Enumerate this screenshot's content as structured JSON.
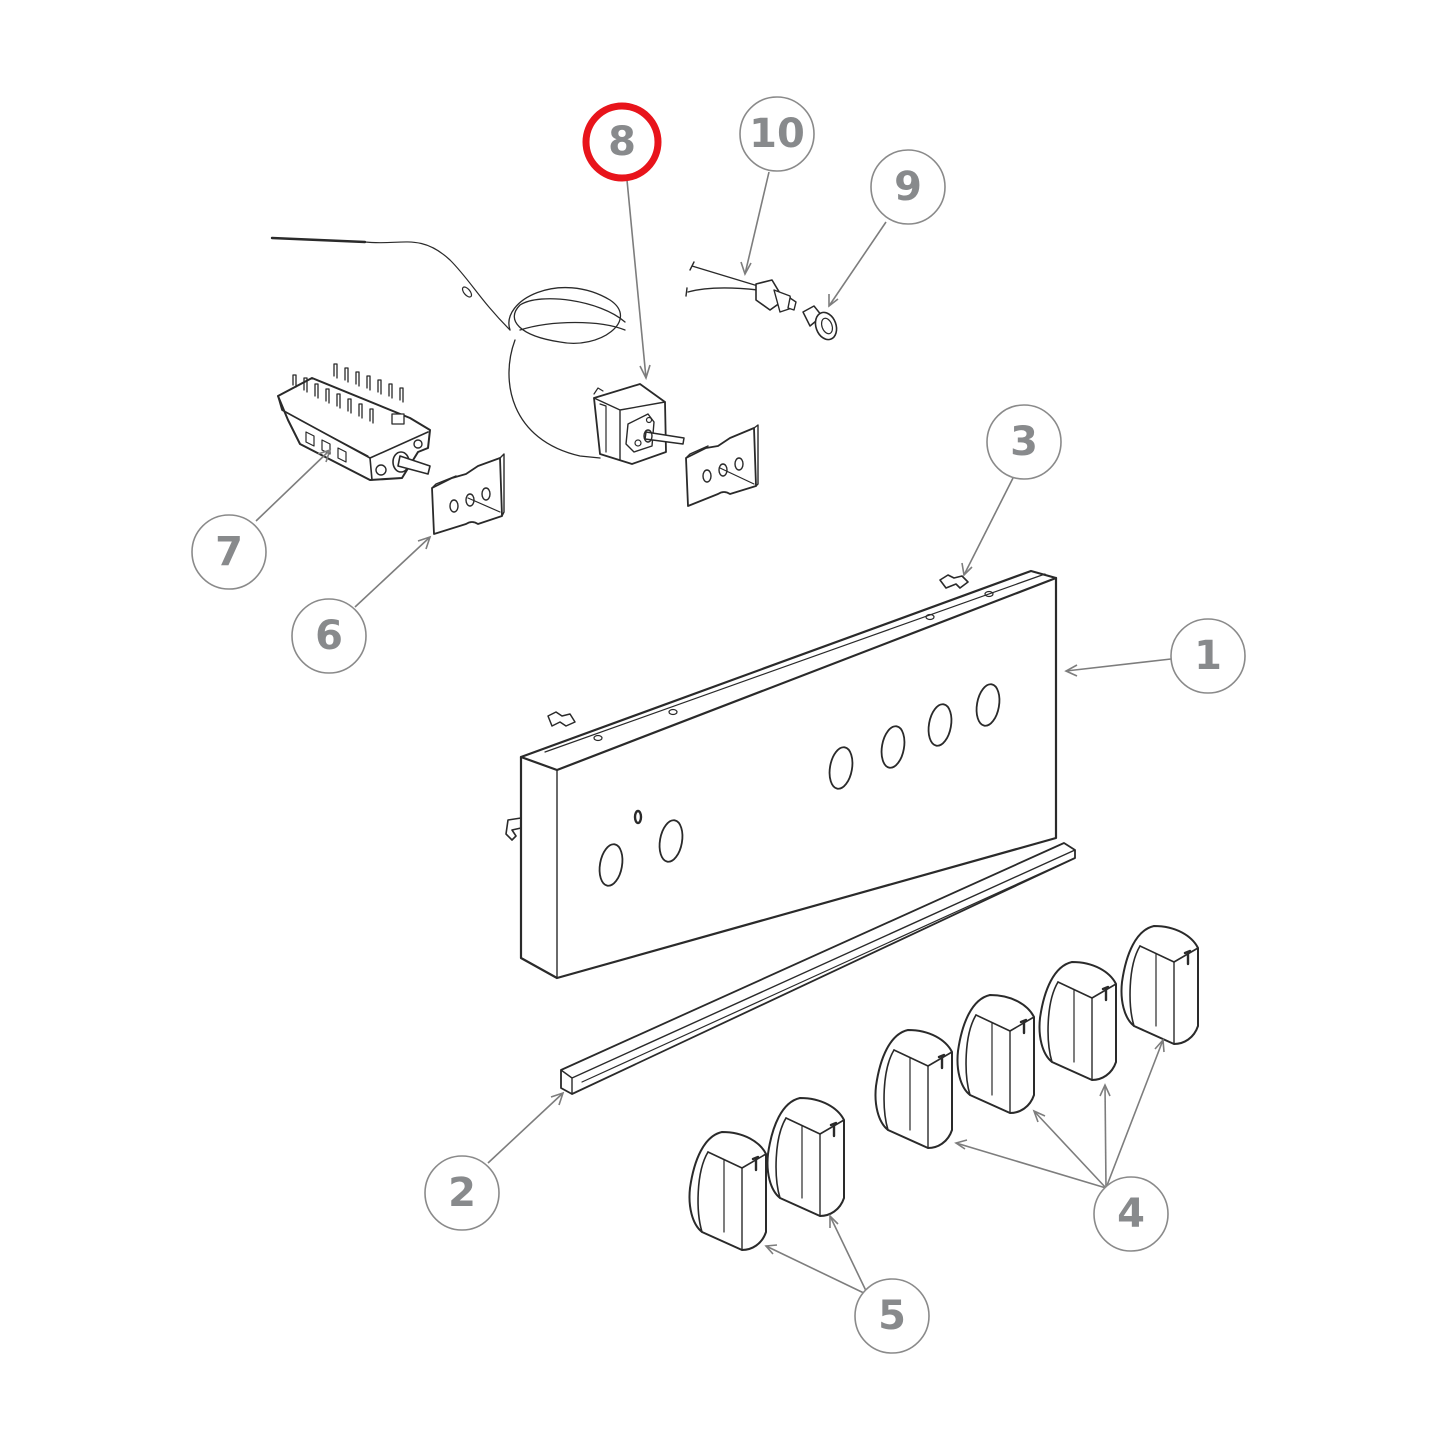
{
  "diagram": {
    "title": "Control panel exploded parts diagram",
    "highlight_color": "#e8141b",
    "callout_stroke": "#8a8a8a",
    "callout_text_color": "#888a8c",
    "highlighted_part": "8",
    "callouts": [
      {
        "id": "1",
        "label": "1",
        "part": "control-panel-fascia"
      },
      {
        "id": "2",
        "label": "2",
        "part": "handle-trim-bar"
      },
      {
        "id": "3",
        "label": "3",
        "part": "panel-clip"
      },
      {
        "id": "4",
        "label": "4",
        "part": "hob-control-knob"
      },
      {
        "id": "5",
        "label": "5",
        "part": "oven-control-knob"
      },
      {
        "id": "6",
        "label": "6",
        "part": "selector-switch-mounting-plate"
      },
      {
        "id": "7",
        "label": "7",
        "part": "oven-selector-switch"
      },
      {
        "id": "8",
        "label": "8",
        "part": "oven-thermostat",
        "highlighted": true
      },
      {
        "id": "9",
        "label": "9",
        "part": "indicator-lamp-lens"
      },
      {
        "id": "10",
        "label": "10",
        "part": "indicator-lamp"
      }
    ]
  }
}
